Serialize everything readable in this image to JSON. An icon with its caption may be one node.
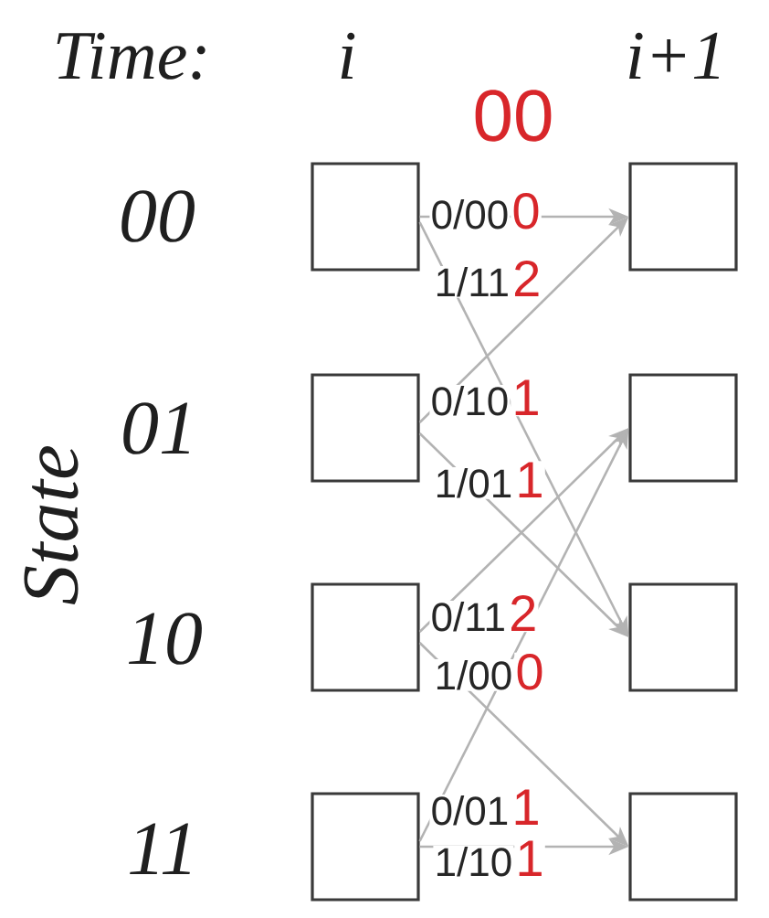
{
  "diagram": {
    "nodes": [
      {
        "text": [],
        "shape": "box"
      },
      {
        "text": [],
        "shape": "box"
      },
      {
        "text": [],
        "shape": "box"
      },
      {
        "text": [],
        "shape": "box"
      },
      {
        "text": [],
        "shape": "box"
      },
      {
        "text": [],
        "shape": "box"
      },
      {
        "text": [],
        "shape": "box"
      },
      {
        "text": [],
        "shape": "box"
      }
    ],
    "edges": [
      {
        "from": 0,
        "to": 1,
        "arrow": "to",
        "label": "0/00"
      },
      {
        "from": 0,
        "to": 5,
        "arrow": "to",
        "label": "1/11"
      },
      {
        "from": 2,
        "to": 1,
        "arrow": "to",
        "label": "0/10"
      },
      {
        "from": 2,
        "to": 5,
        "arrow": "to",
        "label": "1/01"
      },
      {
        "from": 4,
        "to": 3,
        "arrow": "to",
        "label": "0/11"
      },
      {
        "from": 4,
        "to": 7,
        "arrow": "to",
        "label": "1/00"
      },
      {
        "from": 6,
        "to": 3,
        "arrow": "to",
        "label": "0/01"
      },
      {
        "from": 6,
        "to": 7,
        "arrow": "to",
        "label": "1/10"
      }
    ],
    "labels": [
      "Time:",
      "i",
      "i+1",
      "00",
      "00",
      "01",
      "10",
      "11",
      "State",
      "0",
      "2",
      "1",
      "1",
      "2",
      "0",
      "1",
      "1"
    ]
  }
}
